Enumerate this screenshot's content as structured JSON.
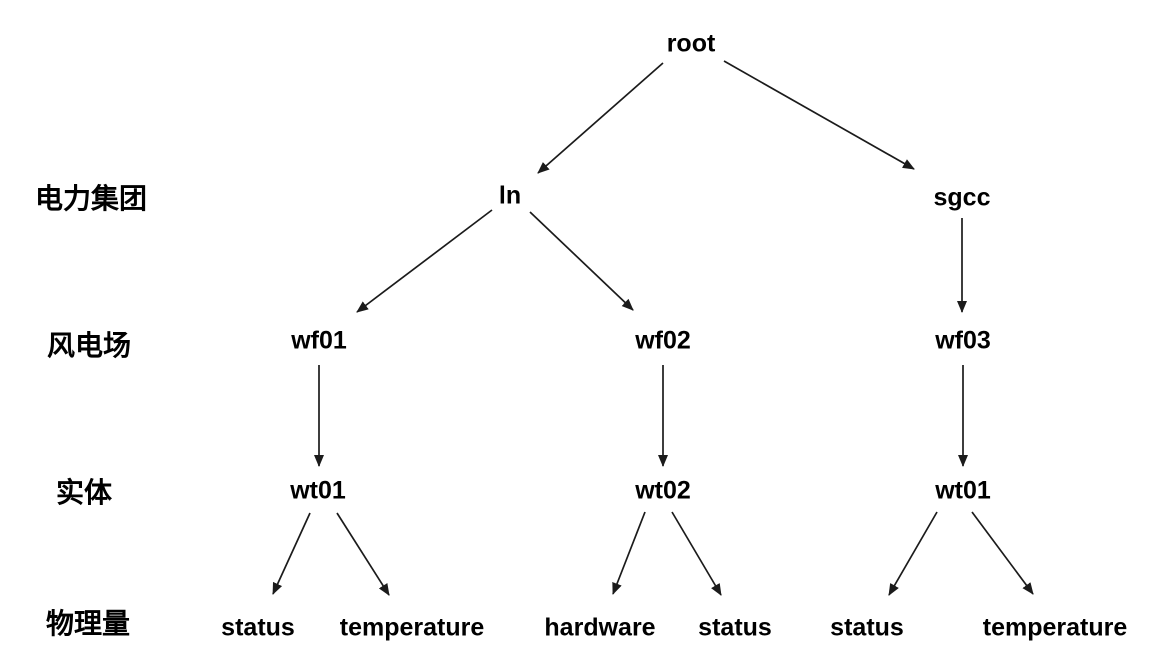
{
  "diagram": {
    "type": "tree",
    "background": "#ffffff",
    "text_color": "#000000",
    "line_color": "#1b1b1b",
    "row_labels": [
      {
        "id": "power-group",
        "text": "电力集团"
      },
      {
        "id": "wind-farm",
        "text": "风电场"
      },
      {
        "id": "entity",
        "text": "实体"
      },
      {
        "id": "measurement",
        "text": "物理量"
      }
    ],
    "nodes": [
      {
        "id": "root",
        "label": "root",
        "level": "root"
      },
      {
        "id": "ln",
        "label": "ln",
        "level": "电力集团"
      },
      {
        "id": "sgcc",
        "label": "sgcc",
        "level": "电力集团"
      },
      {
        "id": "wf01",
        "label": "wf01",
        "level": "风电场"
      },
      {
        "id": "wf02",
        "label": "wf02",
        "level": "风电场"
      },
      {
        "id": "wf03",
        "label": "wf03",
        "level": "风电场"
      },
      {
        "id": "wt01a",
        "label": "wt01",
        "level": "实体"
      },
      {
        "id": "wt02",
        "label": "wt02",
        "level": "实体"
      },
      {
        "id": "wt01b",
        "label": "wt01",
        "level": "实体"
      },
      {
        "id": "status1",
        "label": "status",
        "level": "物理量"
      },
      {
        "id": "temperature1",
        "label": "temperature",
        "level": "物理量"
      },
      {
        "id": "hardware1",
        "label": "hardware",
        "level": "物理量"
      },
      {
        "id": "status2",
        "label": "status",
        "level": "物理量"
      },
      {
        "id": "status3",
        "label": "status",
        "level": "物理量"
      },
      {
        "id": "temperature2",
        "label": "temperature",
        "level": "物理量"
      }
    ],
    "edges": [
      {
        "from": "root",
        "to": "ln"
      },
      {
        "from": "root",
        "to": "sgcc"
      },
      {
        "from": "ln",
        "to": "wf01"
      },
      {
        "from": "ln",
        "to": "wf02"
      },
      {
        "from": "sgcc",
        "to": "wf03"
      },
      {
        "from": "wf01",
        "to": "wt01a"
      },
      {
        "from": "wf02",
        "to": "wt02"
      },
      {
        "from": "wf03",
        "to": "wt01b"
      },
      {
        "from": "wt01a",
        "to": "status1"
      },
      {
        "from": "wt01a",
        "to": "temperature1"
      },
      {
        "from": "wt02",
        "to": "hardware1"
      },
      {
        "from": "wt02",
        "to": "status2"
      },
      {
        "from": "wt01b",
        "to": "status3"
      },
      {
        "from": "wt01b",
        "to": "temperature2"
      }
    ]
  }
}
